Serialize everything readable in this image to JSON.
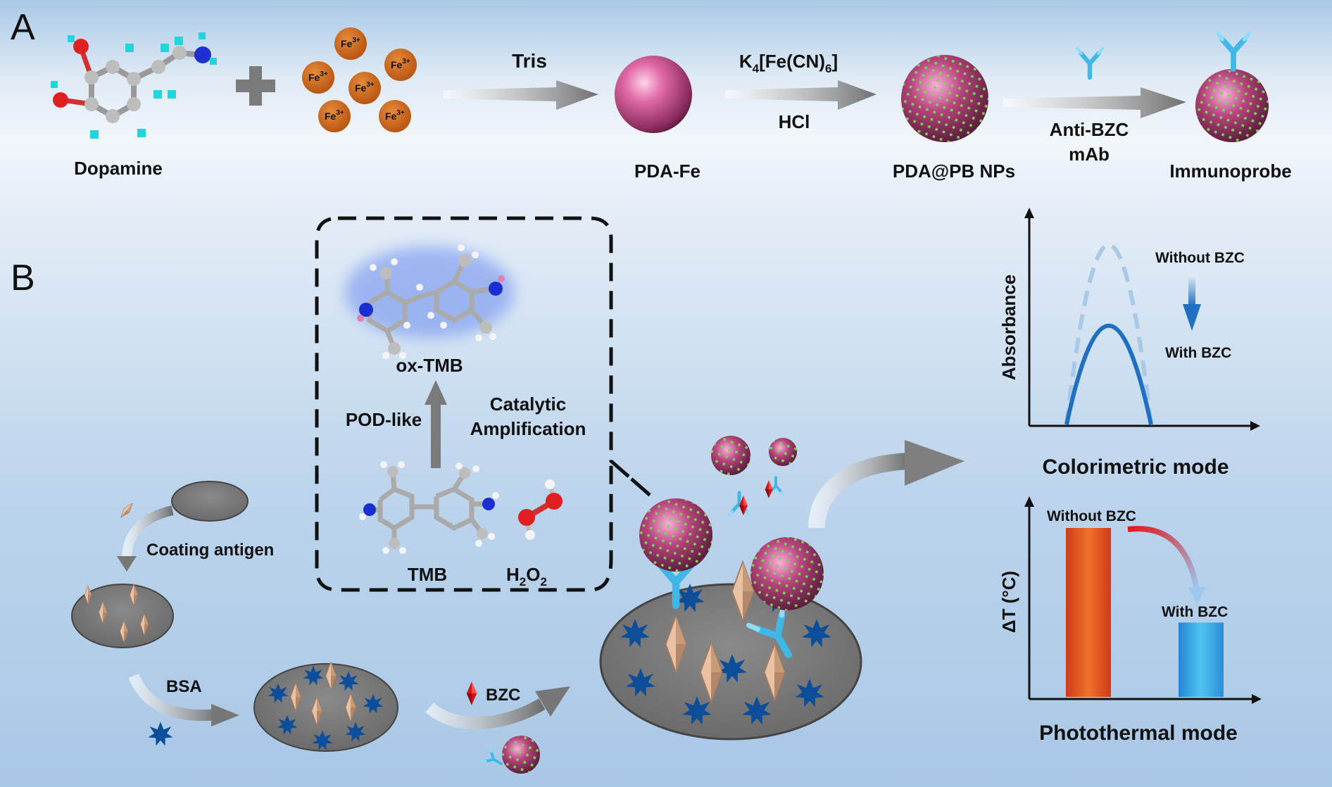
{
  "panels": {
    "a": "A",
    "b": "B"
  },
  "synthesis": {
    "dopamine": "Dopamine",
    "fe_ion": "Fe",
    "fe_charge": "3+",
    "step1_reagent": "Tris",
    "pda_fe": "PDA-Fe",
    "step2_reagent_main": "K",
    "step2_sub1": "4",
    "step2_mid": "[Fe(CN)",
    "step2_sub2": "6",
    "step2_end": "]",
    "step2_reagent2": "HCl",
    "pda_pb": "PDA@PB NPs",
    "step3_line1": "Anti-BZC",
    "step3_line2": "mAb",
    "immunoprobe": "Immunoprobe"
  },
  "catalysis": {
    "ox_tmb": "ox-TMB",
    "pod_like": "POD-like",
    "catalytic_line1": "Catalytic",
    "catalytic_line2": "Amplification",
    "tmb": "TMB",
    "h2o2_h": "H",
    "h2o2_sub1": "2",
    "h2o2_o": "O",
    "h2o2_sub2": "2"
  },
  "assay": {
    "coating_antigen": "Coating antigen",
    "bsa": "BSA",
    "bzc": "BZC"
  },
  "colorimetric": {
    "ylabel": "Absorbance",
    "without": "Without BZC",
    "with": "With BZC",
    "title": "Colorimetric mode"
  },
  "photothermal": {
    "ylabel": "ΔT (°C)",
    "without": "Without BZC",
    "with": "With BZC",
    "title": "Photothermal mode"
  },
  "colors": {
    "accent_blue": "#1f6fc2",
    "light_blue": "#a9c9e6",
    "pda_pink": "#d1508f",
    "pb_green": "#7fd05a",
    "bar_red": "#e0421e",
    "bar_blue": "#2f9fe0",
    "antibody_cyan": "#3fb8e8",
    "star_navy": "#0d4e9a",
    "fe_orange": "#c8601a"
  },
  "chart_data": [
    {
      "type": "line",
      "title": "Colorimetric mode",
      "ylabel": "Absorbance",
      "xlabel": "",
      "series": [
        {
          "name": "Without BZC",
          "peak": 1.0
        },
        {
          "name": "With BZC",
          "peak": 0.55
        }
      ]
    },
    {
      "type": "bar",
      "title": "Photothermal mode",
      "ylabel": "ΔT (°C)",
      "categories": [
        "Without BZC",
        "With BZC"
      ],
      "values": [
        1.0,
        0.44
      ]
    }
  ]
}
